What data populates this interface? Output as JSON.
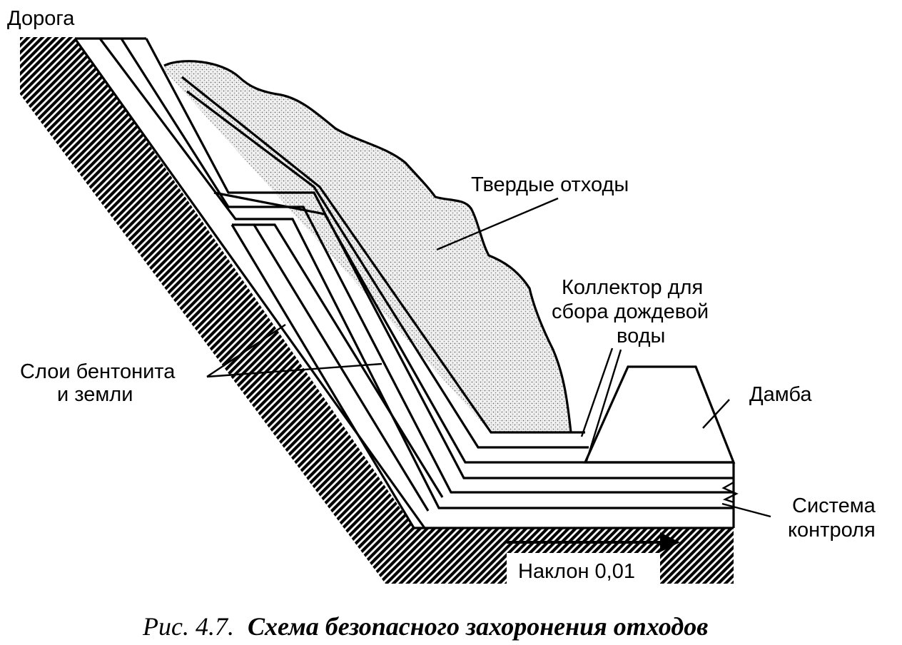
{
  "labels": {
    "road": "Дорога",
    "solid_waste": "Твердые отходы",
    "collector_line1": "Коллектор для",
    "collector_line2": "сбора дождевой",
    "collector_line3": "воды",
    "bentonite_line1": "Слои бентонита",
    "bentonite_line2": "и земли",
    "dam": "Дамба",
    "control_line1": "Система",
    "control_line2": "контроля",
    "slope": "Наклон 0,01"
  },
  "caption": {
    "figure_number": "Рис. 4.7.",
    "title": "Схема безопасного захоронения отходов"
  },
  "colors": {
    "ink": "#000000",
    "paper": "#ffffff",
    "waste_fill": "#d9d9d9"
  }
}
